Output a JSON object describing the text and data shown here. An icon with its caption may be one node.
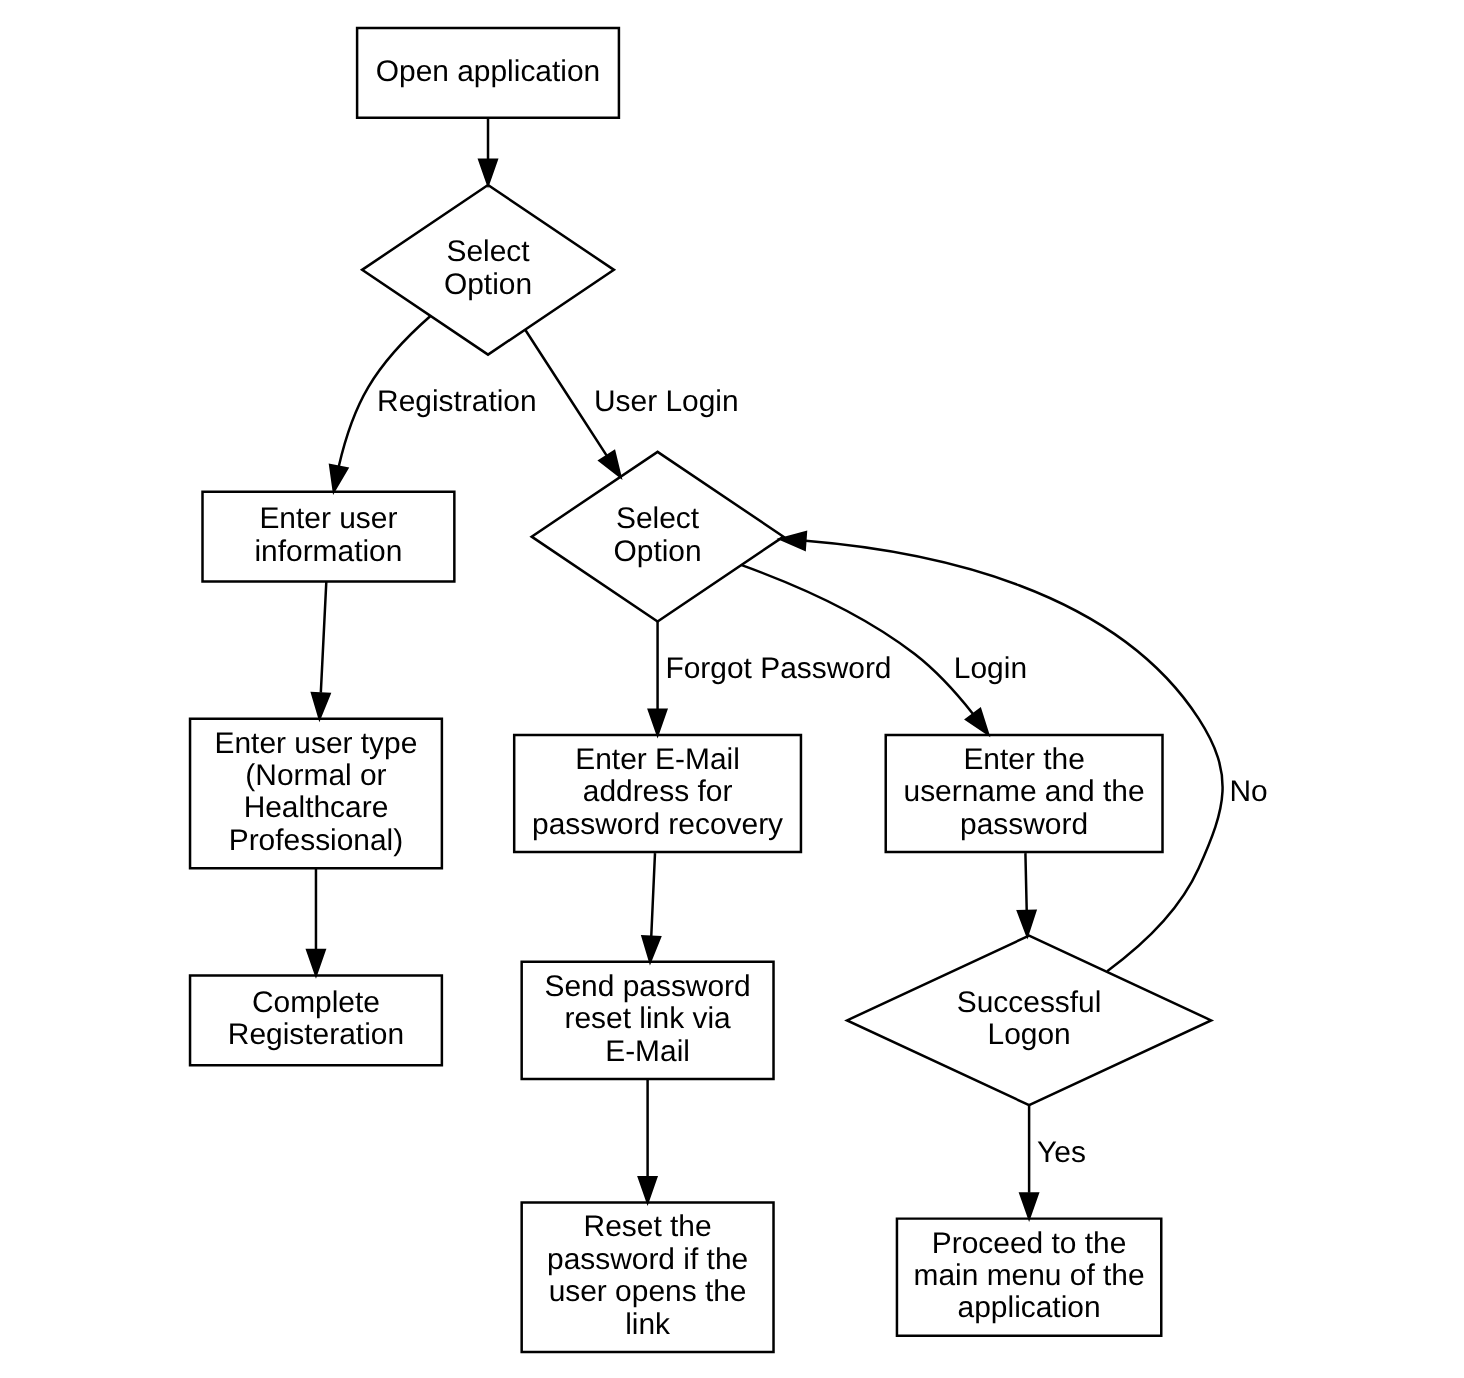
{
  "diagram": {
    "nodes": [
      {
        "text": [
          "Open application"
        ]
      },
      {
        "text": [
          "Select Option"
        ]
      },
      {
        "text": [
          "Enter user information"
        ]
      },
      {
        "text": [
          "Enter user type (Normal or Healthcare Professional)"
        ]
      },
      {
        "text": [
          "Complete Registeration"
        ]
      },
      {
        "text": [
          "Select Option"
        ]
      },
      {
        "text": [
          "Enter E-Mail address for password recovery"
        ]
      },
      {
        "text": [
          "Send password reset link via E-Mail"
        ]
      },
      {
        "text": [
          "Reset the password if the user opens the link"
        ]
      },
      {
        "text": [
          "Enter the username and the password"
        ]
      },
      {
        "text": [
          "Successful Logon"
        ]
      },
      {
        "text": [
          "Proceed to the main menu of the application"
        ]
      }
    ],
    "edges": [
      {
        "from": 0,
        "to": 1,
        "arrow": "to"
      },
      {
        "from": 1,
        "to": 2,
        "arrow": "to",
        "label": "Registration"
      },
      {
        "from": 2,
        "to": 3,
        "arrow": "to"
      },
      {
        "from": 3,
        "to": 4,
        "arrow": "to"
      },
      {
        "from": 1,
        "to": 5,
        "arrow": "to",
        "label": "User Login"
      },
      {
        "from": 5,
        "to": 6,
        "arrow": "to",
        "label": "Forgot Password"
      },
      {
        "from": 6,
        "to": 7,
        "arrow": "to"
      },
      {
        "from": 7,
        "to": 8,
        "arrow": "to"
      },
      {
        "from": 5,
        "to": 9,
        "arrow": "to",
        "label": "Login"
      },
      {
        "from": 9,
        "to": 10,
        "arrow": "to"
      },
      {
        "from": 10,
        "to": 5,
        "arrow": "to",
        "label": "No"
      },
      {
        "from": 10,
        "to": 11,
        "arrow": "to",
        "label": "Yes"
      }
    ]
  }
}
